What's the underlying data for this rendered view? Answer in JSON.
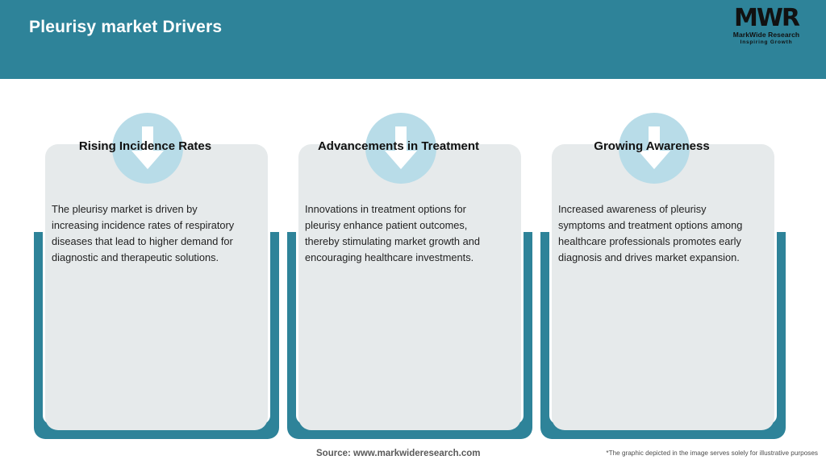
{
  "header": {
    "title": "Pleurisy market Drivers",
    "background_color": "#2e8399",
    "title_color": "#ffffff",
    "logo": {
      "mark": "MWR",
      "name": "MarkWide Research",
      "tagline": "Inspiring Growth"
    }
  },
  "theme": {
    "teal": "#2e8399",
    "card_grey": "#e6eaeb",
    "badge_blue": "#b8dce8",
    "arrow_white": "#ffffff"
  },
  "cards": [
    {
      "icon": "arrow-down-icon",
      "heading": "Rising Incidence Rates",
      "body": "The pleurisy market is driven by increasing incidence rates of respiratory diseases that lead to higher demand for diagnostic and therapeutic solutions."
    },
    {
      "icon": "arrow-down-icon",
      "heading": "Advancements in Treatment",
      "body": "Innovations in treatment options for pleurisy enhance patient outcomes, thereby stimulating market growth and encouraging healthcare investments."
    },
    {
      "icon": "arrow-down-icon",
      "heading": "Growing Awareness",
      "body": "Increased awareness of pleurisy symptoms and treatment options among healthcare professionals promotes early diagnosis and drives market expansion."
    }
  ],
  "footer": {
    "source": "Source: www.markwideresearch.com",
    "disclaimer": "*The graphic depicted in the image serves solely for illustrative purposes"
  }
}
